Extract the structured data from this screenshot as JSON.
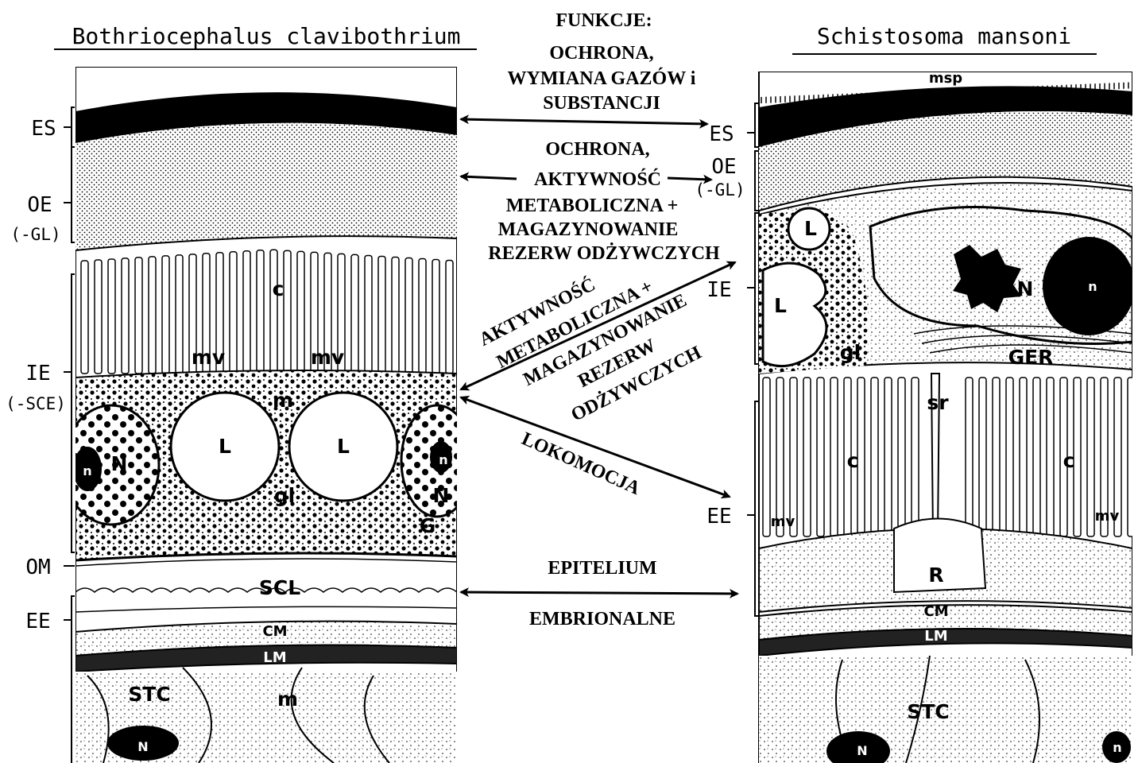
{
  "left_panel": {
    "title": "Bothriocephalus clavibothrium",
    "labels": {
      "es": "ES",
      "oe": "OE",
      "oe_sub": "(-GL)",
      "ie": "IE",
      "ie_sub": "(-SCE)",
      "om": "OM",
      "ee": "EE"
    },
    "inner": {
      "c": "c",
      "mv1": "mv",
      "mv2": "mv",
      "m": "m",
      "L1": "L",
      "L2": "L",
      "N1": "N",
      "n1": "n",
      "N2": "N",
      "n2": "n",
      "gl": "gl",
      "G": "G",
      "scl": "SCL",
      "cm": "CM",
      "lm": "LM",
      "stc": "STC",
      "m2": "m",
      "N3": "N"
    }
  },
  "right_panel": {
    "title": "Schistosoma mansoni",
    "labels": {
      "es": "ES",
      "oe": "OE",
      "oe_sub": "(-GL)",
      "ie": "IE",
      "ee": "EE"
    },
    "inner": {
      "msp": "msp",
      "L1": "L",
      "L2": "L",
      "gl": "gl",
      "N": "N",
      "n": "n",
      "ger": "GER",
      "sr": "sr",
      "c1": "c",
      "c2": "c",
      "mv1": "mv",
      "mv2": "mv",
      "R": "R",
      "cm": "CM",
      "lm": "LM",
      "stc": "STC",
      "N2": "N",
      "n2": "n"
    }
  },
  "functions": {
    "heading": "FUNKCJE:",
    "es_lines": [
      "OCHRONA,",
      "WYMIANA GAZÓW i",
      "SUBSTANCJI"
    ],
    "oe_lines": [
      "OCHRONA,",
      "AKTYWNOŚĆ",
      "METABOLICZNA +",
      "MAGAZYNOWANIE",
      "REZERW ODŻYWCZYCH"
    ],
    "ie_lines": [
      "AKTYWNOŚĆ",
      "METABOLICZNA +",
      "MAGAZYNOWANIE",
      "REZERW",
      "ODŻYWCZYCH"
    ],
    "locomotion": "LOKOMOCJA",
    "ee_lines": [
      "EPITELIUM",
      "EMBRIONALNE"
    ]
  }
}
